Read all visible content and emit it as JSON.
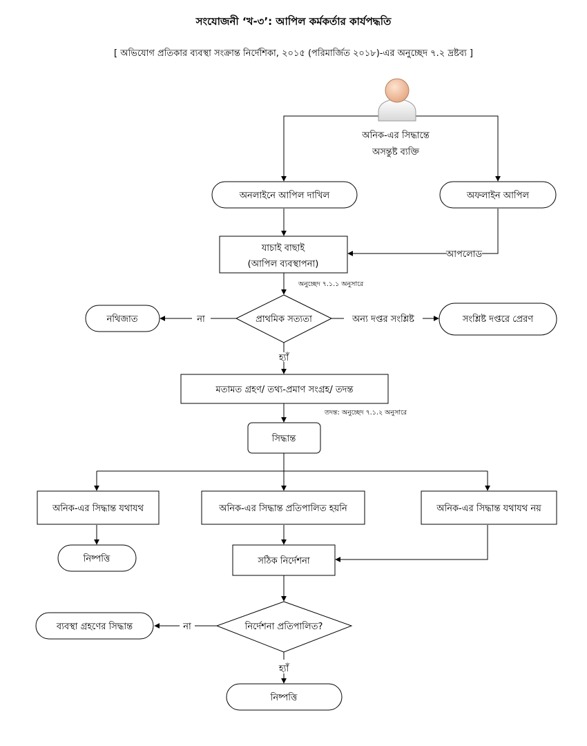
{
  "title": "সংযোজনী ‘খ-৩’: আপিল কর্মকর্তার কার্যপদ্ধতি",
  "subtitle": "[ অভিযোগ প্রতিকার ব্যবস্থা সংক্রান্ত নির্দেশিকা, ২০১৫ (পরিমার্জিত ২০১৮)-এর অনুচ্ছেদ ৭.২ দ্রষ্টব্য ]",
  "actor": {
    "line1": "অনিক-এর সিদ্ধান্তে",
    "line2": "অসন্তুষ্ট ব্যক্তি"
  },
  "nodes": {
    "online_appeal": "অনলাইনে আপিল দাখিল",
    "offline_appeal": "অফলাইন আপিল",
    "verification_line1": "যাচাই বাছাই",
    "verification_line2": "(আপিল ব্যবস্থাপনা)",
    "primary_validity": "প্রাথমিক সত্যতা",
    "rejected": "নথিজাত",
    "forward_office": "সংশ্লিষ্ট দপ্তরে প্রেরণ",
    "investigation": "মতামত গ্রহণ/ তথ্য-প্রমাণ সংগ্রহ/ তদন্ত",
    "decision": "সিদ্ধান্ত",
    "decision_correct": "অনিক-এর সিদ্ধান্ত যথাযথ",
    "decision_not_implemented": "অনিক-এর সিদ্ধান্ত প্রতিপালিত হয়নি",
    "decision_incorrect": "অনিক-এর সিদ্ধান্ত যথাযথ নয়",
    "resolved_1": "নিষ্পত্তি",
    "correct_direction": "সঠিক নির্দেশনা",
    "direction_complied": "নির্দেশনা প্রতিপালিত?",
    "action_decision": "ব্যবস্থা গ্রহণের সিদ্ধান্ত",
    "resolved_2": "নিষ্পত্তি"
  },
  "edge_labels": {
    "upload": "আপলোড",
    "per_para_711": "অনুচ্ছেদ ৭.১.১ অনুসারে",
    "no_1": "না",
    "other_office": "অন্য দপ্তর সংশ্লিষ্ট",
    "yes_1": "হ্যাঁ",
    "per_para_712": "তদন্ত: অনুচ্ছেদ ৭.১.২ অনুসারে",
    "no_2": "না",
    "yes_2": "হ্যাঁ"
  },
  "colors": {
    "stroke": "#000000",
    "background": "#ffffff",
    "person_skin": "#f3c9a8",
    "person_body": "#f4f4f4"
  },
  "icons": {
    "actor": "person-icon"
  }
}
